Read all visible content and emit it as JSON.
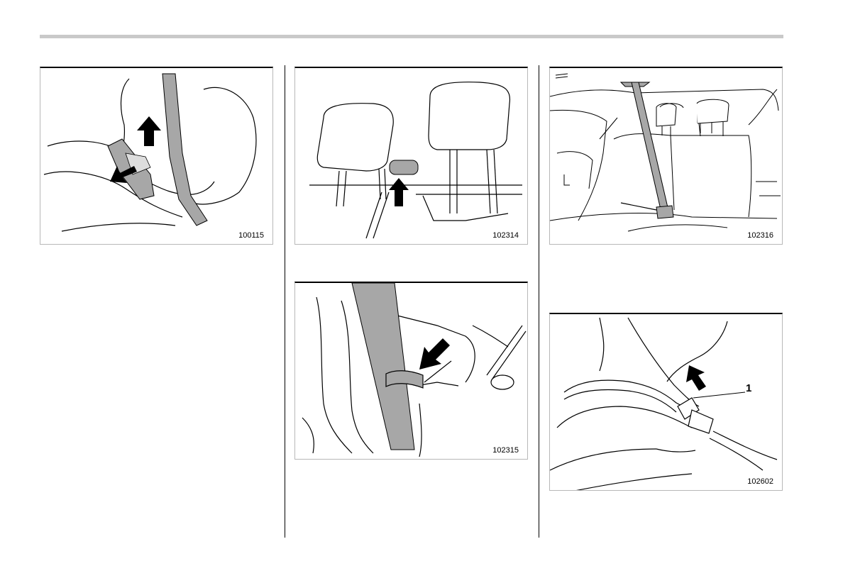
{
  "figures": [
    {
      "id": "fig-1",
      "code": "100115"
    },
    {
      "id": "fig-2",
      "code": "102314"
    },
    {
      "id": "fig-3",
      "code": "102315"
    },
    {
      "id": "fig-4",
      "code": "102316"
    },
    {
      "id": "fig-5",
      "code": "102602",
      "callout": "1"
    }
  ],
  "colors": {
    "belt": "#a7a7a7",
    "arrow": "#000000",
    "line": "#000000",
    "rule": "#c9c9c9"
  }
}
